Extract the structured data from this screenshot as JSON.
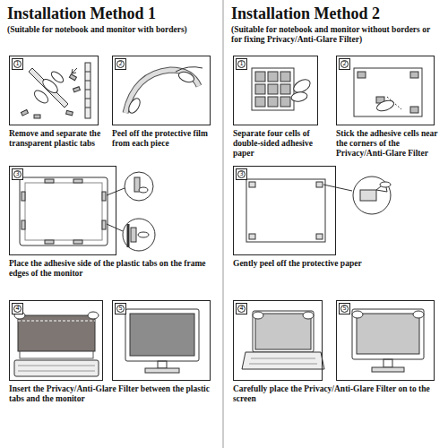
{
  "diagram": {
    "nodes": [
      {
        "text": [
          "1",
          "Remove and separate the transparent plastic tabs"
        ]
      },
      {
        "text": [
          "2",
          "Peel off the protective film from each piece"
        ]
      },
      {
        "text": [
          "3",
          "Place the adhesive side of the plastic tabs on the frame edges of the monitor"
        ]
      },
      {
        "text": [
          "4",
          "Insert the Privacy/Anti-Glare Filter between the plastic tabs and the monitor"
        ]
      },
      {
        "text": [
          "5"
        ]
      },
      {
        "text": [
          "1",
          "Separate four cells of double-sided adhesive paper"
        ]
      },
      {
        "text": [
          "2",
          "Stick the adhesive cells near the corners of the Privacy/Anti-Glare Filter"
        ]
      },
      {
        "text": [
          "3",
          "Gently peel off the protective paper"
        ]
      },
      {
        "text": [
          "4",
          "Carefully place the Privacy/Anti-Glare Filter on to the screen"
        ]
      },
      {
        "text": [
          "5"
        ]
      }
    ],
    "labels": [
      "Installation Method 1",
      "(Suitable for notebook and monitor with borders)",
      "Installation Method 2",
      "(Suitable for notebook and monitor without borders or for fixing Privacy/Anti-Glare Filter)"
    ]
  }
}
